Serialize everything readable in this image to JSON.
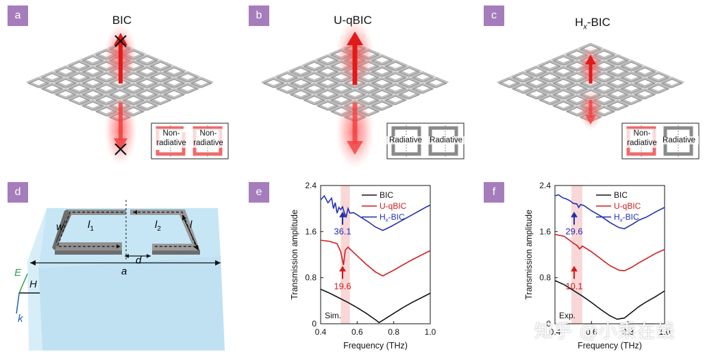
{
  "panels": {
    "a": {
      "tag": "a",
      "title": "BIC"
    },
    "b": {
      "tag": "b",
      "title": "U-qBIC"
    },
    "c": {
      "tag": "c",
      "title_main": "H",
      "title_sub": "x",
      "title_rest": "-BIC"
    },
    "d": {
      "tag": "d"
    },
    "e": {
      "tag": "e"
    },
    "f": {
      "tag": "f"
    }
  },
  "insets": {
    "a": {
      "left": "Non-\nradiative",
      "right": "Non-\nradiative"
    },
    "b": {
      "left": "Radiative",
      "right": "Radiative"
    },
    "c": {
      "left": "Non-\nradiative",
      "right": "Radiative"
    }
  },
  "schematic": {
    "w": "w",
    "l1": "l",
    "l1_sub": "1",
    "l2": "l",
    "l2_sub": "2",
    "l": "l",
    "d": "d",
    "a": "a",
    "E": "E",
    "H": "H",
    "k": "k"
  },
  "chart_data": [
    {
      "type": "line",
      "xlabel": "Frequency (THz)",
      "ylabel": "Transmission amplitude",
      "xlim": [
        0.4,
        1.0
      ],
      "ylim": [
        0,
        2.4
      ],
      "xticks": [
        "0.4",
        "0.6",
        "0.8",
        "1.0"
      ],
      "yticks": [
        "0",
        "0.8",
        "1.6",
        "2.4"
      ],
      "corner_label": "Sim.",
      "legend_position": "top-right",
      "highlight_band": [
        0.51,
        0.56
      ],
      "series": [
        {
          "name": "BIC",
          "color": "#111111",
          "x": [
            0.4,
            0.45,
            0.5,
            0.55,
            0.6,
            0.65,
            0.7,
            0.72,
            0.75,
            0.8,
            0.85,
            0.9,
            0.95,
            1.0
          ],
          "y": [
            0.6,
            0.53,
            0.45,
            0.37,
            0.28,
            0.18,
            0.07,
            0.02,
            0.08,
            0.18,
            0.28,
            0.37,
            0.45,
            0.53
          ]
        },
        {
          "name": "U-qBIC",
          "color": "#d11a1a",
          "x": [
            0.4,
            0.45,
            0.49,
            0.51,
            0.525,
            0.535,
            0.55,
            0.6,
            0.65,
            0.7,
            0.74,
            0.8,
            0.85,
            0.9,
            0.95,
            1.0
          ],
          "y": [
            1.45,
            1.43,
            1.39,
            1.25,
            1.02,
            1.28,
            1.33,
            1.18,
            1.03,
            0.9,
            0.83,
            0.93,
            1.02,
            1.11,
            1.19,
            1.27
          ]
        },
        {
          "name": "Hx-BIC",
          "color": "#1f2fb0",
          "x": [
            0.4,
            0.42,
            0.44,
            0.46,
            0.47,
            0.48,
            0.49,
            0.5,
            0.51,
            0.52,
            0.53,
            0.54,
            0.55,
            0.56,
            0.58,
            0.62,
            0.66,
            0.7,
            0.74,
            0.78,
            0.82,
            0.86,
            0.9,
            0.94,
            0.98,
            1.0
          ],
          "y": [
            2.15,
            2.22,
            2.1,
            2.18,
            2.0,
            2.1,
            1.92,
            2.02,
            1.98,
            2.03,
            1.92,
            1.86,
            2.0,
            1.92,
            1.93,
            1.85,
            1.77,
            1.68,
            1.62,
            1.68,
            1.75,
            1.82,
            1.89,
            1.96,
            2.03,
            2.06
          ]
        }
      ],
      "annotations": [
        {
          "text": "36.1",
          "color": "#1f2fb0"
        },
        {
          "text": "19.6",
          "color": "#d11a1a"
        }
      ]
    },
    {
      "type": "line",
      "xlabel": "Frequency (THz)",
      "ylabel": "Transmission amplitude",
      "xlim": [
        0.4,
        1.0
      ],
      "ylim": [
        0,
        2.4
      ],
      "xticks": [
        "0.4",
        "0.6",
        "0.8",
        "1.0"
      ],
      "yticks": [
        "0",
        "0.8",
        "1.6",
        "2.4"
      ],
      "corner_label": "Exp.",
      "legend_position": "top-right",
      "highlight_band": [
        0.49,
        0.55
      ],
      "series": [
        {
          "name": "BIC",
          "color": "#111111",
          "x": [
            0.4,
            0.45,
            0.5,
            0.55,
            0.6,
            0.65,
            0.7,
            0.74,
            0.78,
            0.82,
            0.86,
            0.9,
            0.95,
            1.0
          ],
          "y": [
            0.75,
            0.68,
            0.58,
            0.48,
            0.37,
            0.25,
            0.14,
            0.08,
            0.1,
            0.2,
            0.3,
            0.38,
            0.47,
            0.57
          ]
        },
        {
          "name": "U-qBIC",
          "color": "#d11a1a",
          "x": [
            0.4,
            0.45,
            0.48,
            0.5,
            0.52,
            0.535,
            0.55,
            0.6,
            0.65,
            0.7,
            0.75,
            0.78,
            0.82,
            0.86,
            0.9,
            0.95,
            1.0
          ],
          "y": [
            1.55,
            1.52,
            1.45,
            1.4,
            1.36,
            1.3,
            1.35,
            1.25,
            1.13,
            1.01,
            0.93,
            0.92,
            0.98,
            1.06,
            1.13,
            1.22,
            1.29
          ]
        },
        {
          "name": "Hx-BIC",
          "color": "#1f2fb0",
          "x": [
            0.4,
            0.42,
            0.44,
            0.46,
            0.48,
            0.5,
            0.52,
            0.53,
            0.54,
            0.56,
            0.6,
            0.65,
            0.7,
            0.75,
            0.78,
            0.82,
            0.86,
            0.9,
            0.95,
            1.0
          ],
          "y": [
            2.22,
            2.24,
            2.19,
            2.17,
            2.14,
            2.09,
            2.08,
            2.02,
            2.07,
            2.05,
            1.96,
            1.87,
            1.76,
            1.67,
            1.65,
            1.72,
            1.8,
            1.85,
            1.94,
            2.02
          ]
        }
      ],
      "annotations": [
        {
          "text": "29.6",
          "color": "#1f2fb0"
        },
        {
          "text": "10.1",
          "color": "#d11a1a"
        }
      ]
    }
  ],
  "watermark": "知乎 @小乘在线"
}
